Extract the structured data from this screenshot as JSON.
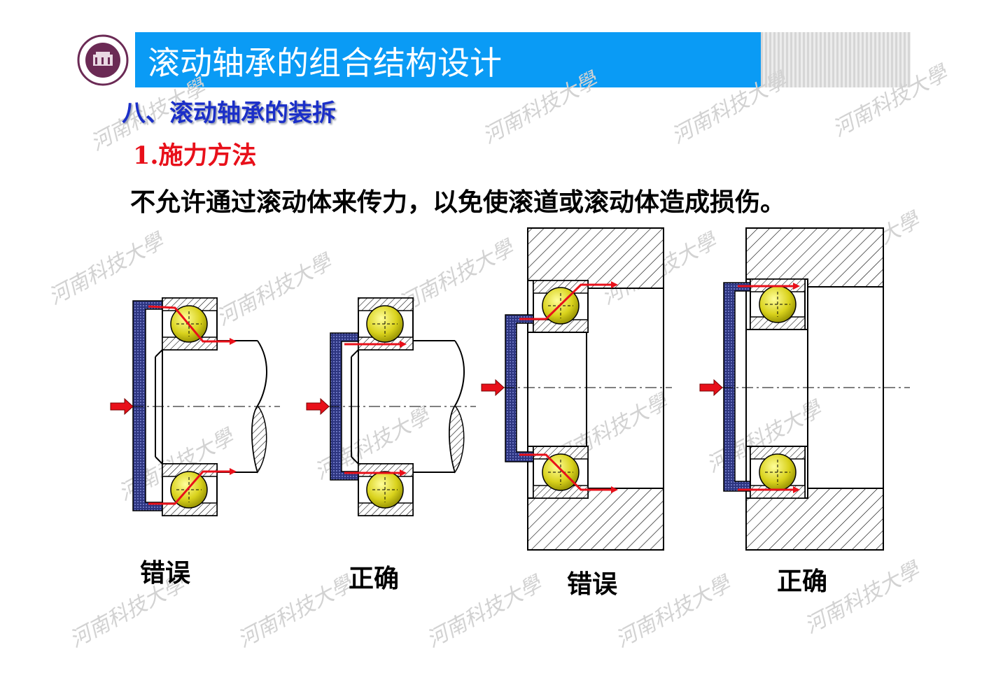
{
  "header": {
    "title": "滚动轴承的组合结构设计"
  },
  "section": {
    "heading": "八、滚动轴承的装拆",
    "subheading": "1.施力方法",
    "principle": "不允许通过滚动体来传力，以免使滚道或滚动体造成损伤。"
  },
  "captions": [
    "错误",
    "正确",
    "错误",
    "正确"
  ],
  "watermark": "河南科技大學",
  "colors": {
    "title_bar": "#0a9bf5",
    "heading": "#1b2fc8",
    "subheading": "#e8101a",
    "force_arrow": "#e8101a",
    "tool": "#2d3580",
    "ball": "#d9d21c"
  }
}
